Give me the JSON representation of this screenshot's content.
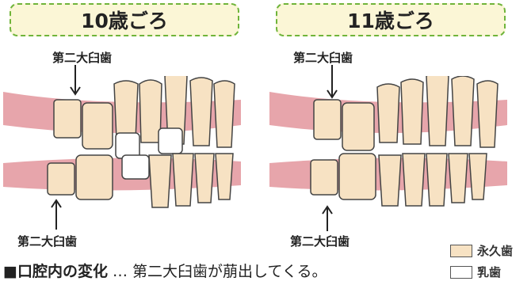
{
  "panels": [
    {
      "age": "10歳ごろ",
      "top_label": "第二大臼歯",
      "bottom_label": "第二大臼歯"
    },
    {
      "age": "11歳ごろ",
      "top_label": "第二大臼歯",
      "bottom_label": "第二大臼歯"
    }
  ],
  "caption": {
    "lead": "■口腔内の変化",
    "text": "… 第二大臼歯が萠出してくる。"
  },
  "legend": [
    {
      "label": "永久歯",
      "color": "#f7e2c3"
    },
    {
      "label": "乳歯",
      "color": "#ffffff"
    }
  ],
  "colors": {
    "gum": "#e7a5ab",
    "permanent_tooth": "#f7e2c3",
    "baby_tooth": "#ffffff",
    "badge_border": "#6fb43a",
    "badge_fill": "#fbf6d6"
  }
}
